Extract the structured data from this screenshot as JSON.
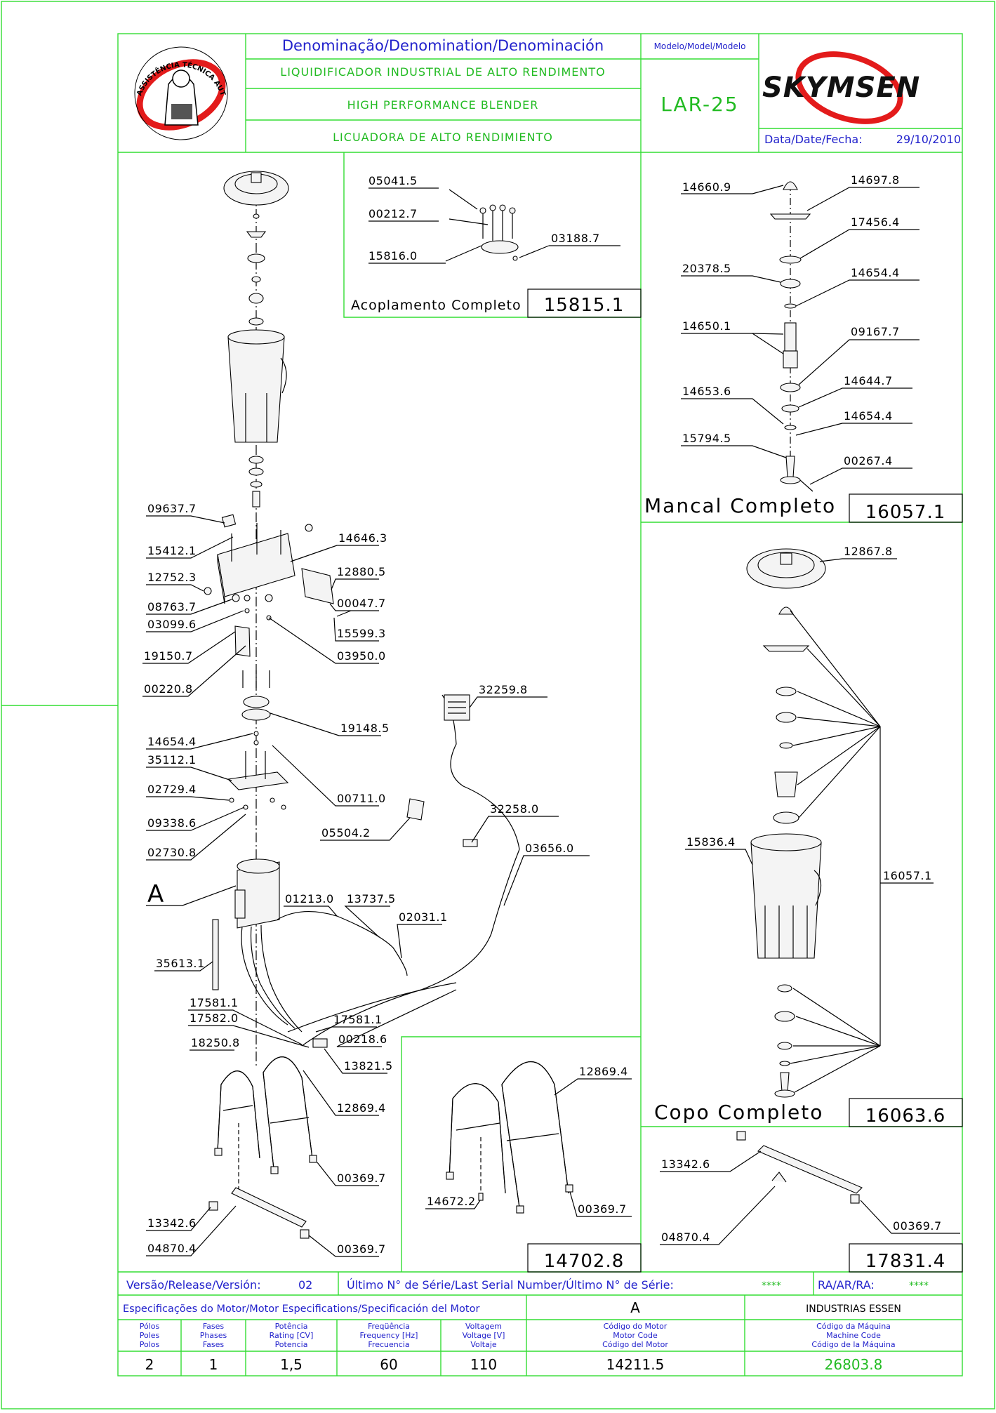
{
  "header": {
    "denomination_label": "Denominação/Denomination/Denominación",
    "model_label": "Modelo/Model/Modelo",
    "name_pt": "LIQUIDIFICADOR INDUSTRIAL DE ALTO RENDIMENTO",
    "name_en": "HIGH PERFORMANCE BLENDER",
    "name_es": "LICUADORA DE ALTO RENDIMIENTO",
    "model": "LAR-25",
    "date_label": "Data/Date/Fecha:",
    "date": "29/10/2010",
    "brand": "SKYMSEN",
    "seal_text": "ASSISTÊNCIA TÉCNICA AUTORIZADA"
  },
  "coupling": {
    "parts": [
      "05041.5",
      "00212.7",
      "15816.0",
      "03188.7"
    ],
    "title": "Acoplamento Completo",
    "code": "15815.1"
  },
  "bearing": {
    "parts": [
      "14660.9",
      "14697.8",
      "17456.4",
      "20378.5",
      "14654.4",
      "14650.1",
      "09167.7",
      "14653.6",
      "14644.7",
      "14654.4",
      "15794.5",
      "00267.4"
    ],
    "title": "Mancal Completo",
    "code": "16057.1"
  },
  "cup": {
    "parts": [
      "12867.8",
      "15836.4",
      "16057.1"
    ],
    "title": "Copo Completo",
    "code": "16063.6"
  },
  "main": {
    "left_parts": [
      "09637.7",
      "15412.1",
      "12752.3",
      "08763.7",
      "03099.6",
      "19150.7",
      "00220.8",
      "14654.4",
      "35112.1",
      "02729.4",
      "09338.6",
      "02730.8",
      "35613.1",
      "17581.1",
      "17582.0",
      "18250.8",
      "13342.6",
      "04870.4"
    ],
    "right_parts": [
      "14646.3",
      "12880.5",
      "00047.7",
      "15599.3",
      "03950.0",
      "19148.5",
      "00711.0",
      "12869.4",
      "00369.7",
      "00369.7"
    ],
    "wiring_parts": [
      "32259.8",
      "32258.0",
      "05504.2",
      "03656.0",
      "01213.0",
      "13737.5",
      "02031.1",
      "17581.1",
      "00218.6",
      "13821.5"
    ],
    "motor_label": "A"
  },
  "stand": {
    "parts": [
      "12869.4",
      "14672.2",
      "00369.7"
    ],
    "code": "14702.8"
  },
  "base": {
    "parts": [
      "13342.6",
      "04870.4",
      "00369.7"
    ],
    "code": "17831.4"
  },
  "footer": {
    "version_label": "Versão/Release/Versión:",
    "version": "02",
    "serial_label": "Último N° de Série/Last Serial Number/Último N° de Série:",
    "serial": "****",
    "ra_label": "RA/AR/RA:",
    "ra": "****",
    "motor_spec_label": "Especificações do Motor/Motor Especifications/Specificación del Motor",
    "motor_letter": "A",
    "manufacturer": "INDUSTRIAS ESSEN",
    "poles_label": [
      "Pólos",
      "Poles",
      "Polos"
    ],
    "phases_label": [
      "Fases",
      "Phases",
      "Fases"
    ],
    "power_label": [
      "Potência",
      "Rating [CV]",
      "Potencia"
    ],
    "freq_label": [
      "Freqüência",
      "Frequency [Hz]",
      "Frecuencia"
    ],
    "voltage_label": [
      "Voltagem",
      "Voltage [V]",
      "Voltaje"
    ],
    "motor_code_label": [
      "Código do Motor",
      "Motor Code",
      "Código del Motor"
    ],
    "machine_code_label": [
      "Código da Máquina",
      "Machine Code",
      "Código de la Máquina"
    ],
    "poles": "2",
    "phases": "1",
    "power": "1,5",
    "freq": "60",
    "voltage": "110",
    "motor_code": "14211.5",
    "machine_code": "26803.8"
  }
}
